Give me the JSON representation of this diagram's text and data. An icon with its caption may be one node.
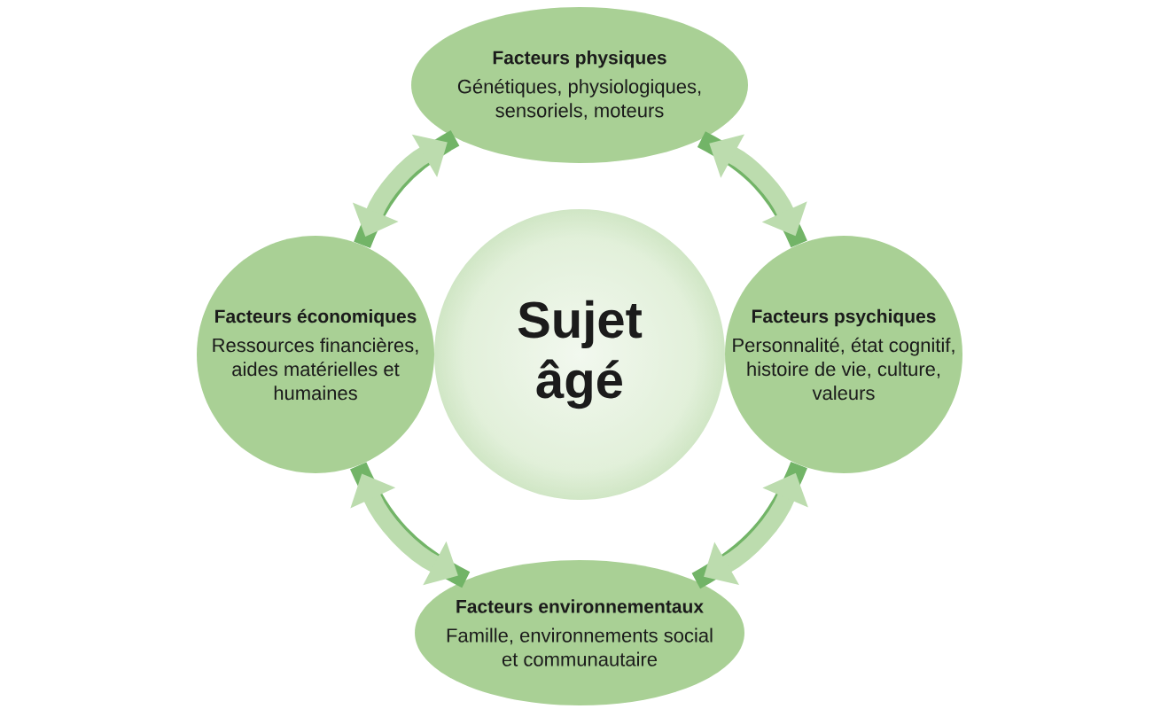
{
  "diagram": {
    "nodes": [
      {
        "text": [
          "Facteurs physiques",
          "Génétiques, physiologiques, sensoriels, moteurs"
        ]
      },
      {
        "text": [
          "Facteurs économiques",
          "Ressources financières, aides matérielles et humaines"
        ]
      },
      {
        "text": [
          "Sujet âgé"
        ]
      },
      {
        "text": [
          "Facteurs psychiques",
          "Personnalité, état cognitif, histoire de vie, culture, valeurs"
        ]
      },
      {
        "text": [
          "Facteurs environnementaux",
          "Famille, environnements social et communautaire"
        ]
      }
    ],
    "edges": [
      {
        "from": 0,
        "to": 1,
        "arrow": "both"
      },
      {
        "from": 0,
        "to": 3,
        "arrow": "both"
      },
      {
        "from": 1,
        "to": 4,
        "arrow": "both"
      },
      {
        "from": 3,
        "to": 4,
        "arrow": "both"
      }
    ]
  }
}
